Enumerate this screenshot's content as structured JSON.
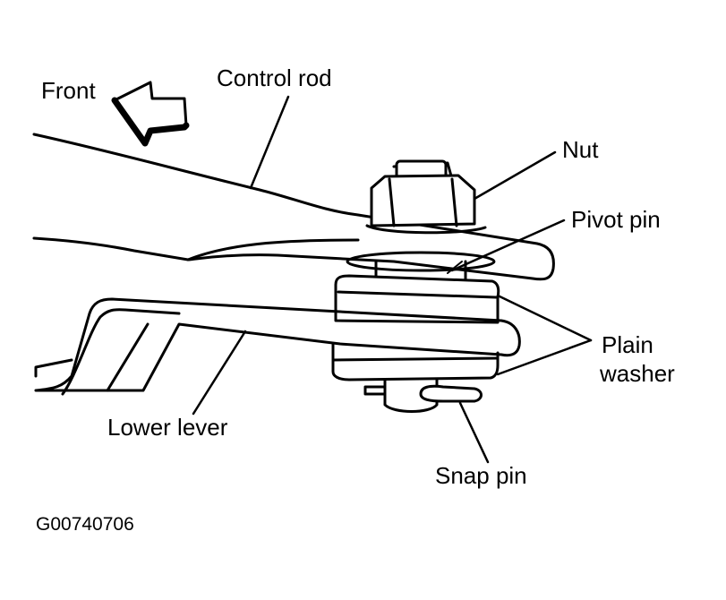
{
  "labels": {
    "front": "Front",
    "control_rod": "Control rod",
    "nut": "Nut",
    "pivot_pin": "Pivot pin",
    "plain_washer_line1": "Plain",
    "plain_washer_line2": "washer",
    "lower_lever": "Lower lever",
    "snap_pin": "Snap pin"
  },
  "figure_code": "G00740706",
  "colors": {
    "ink": "#000000",
    "paper": "#ffffff"
  }
}
